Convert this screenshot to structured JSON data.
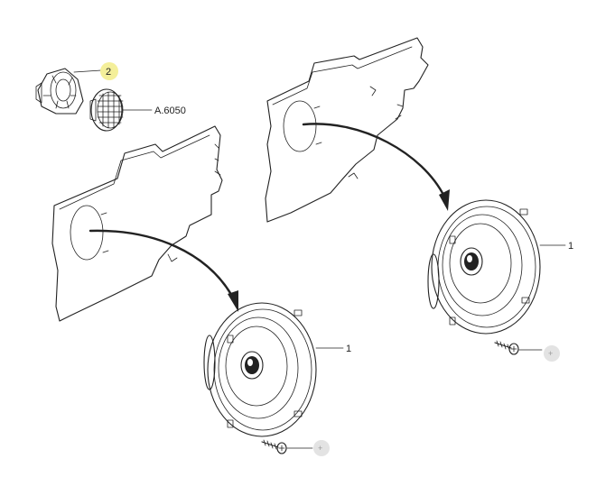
{
  "callouts": {
    "tweeter_housing": "2",
    "tweeter_grille": "A.6050",
    "left_speaker": "1",
    "right_speaker": "1",
    "left_screw_plus": "+",
    "right_screw_plus": "+"
  },
  "colors": {
    "line": "#222222",
    "highlight_yellow": "#f4ef9a",
    "highlight_gray": "#e3e3e3"
  },
  "icons": [
    "door-panel",
    "speaker",
    "screw",
    "tweeter",
    "grille",
    "curved-arrow"
  ]
}
